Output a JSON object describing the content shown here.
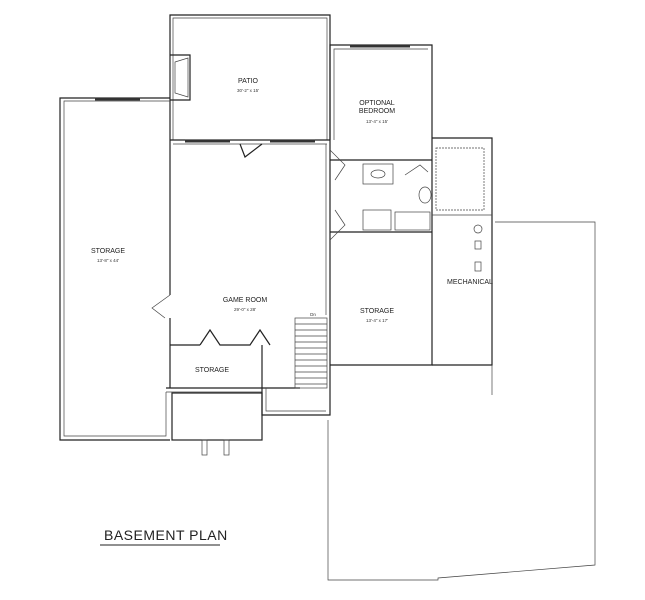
{
  "title": "BASEMENT PLAN",
  "rooms": [
    {
      "name": "PATIO",
      "dims": "30'-2\" x 15'"
    },
    {
      "name": "STORAGE",
      "dims": "13'-8\" x 44'"
    },
    {
      "name": "GAME ROOM",
      "dims": "29'-0\" x 28'"
    },
    {
      "name": "OPTIONAL",
      "name2": "BEDROOM",
      "dims": "13'-4\" x 15'"
    },
    {
      "name": "STORAGE",
      "dims": "13'-4\" x 17'"
    },
    {
      "name": "MECHANICAL"
    },
    {
      "name": "STORAGE"
    }
  ],
  "stair_label": "Dn"
}
